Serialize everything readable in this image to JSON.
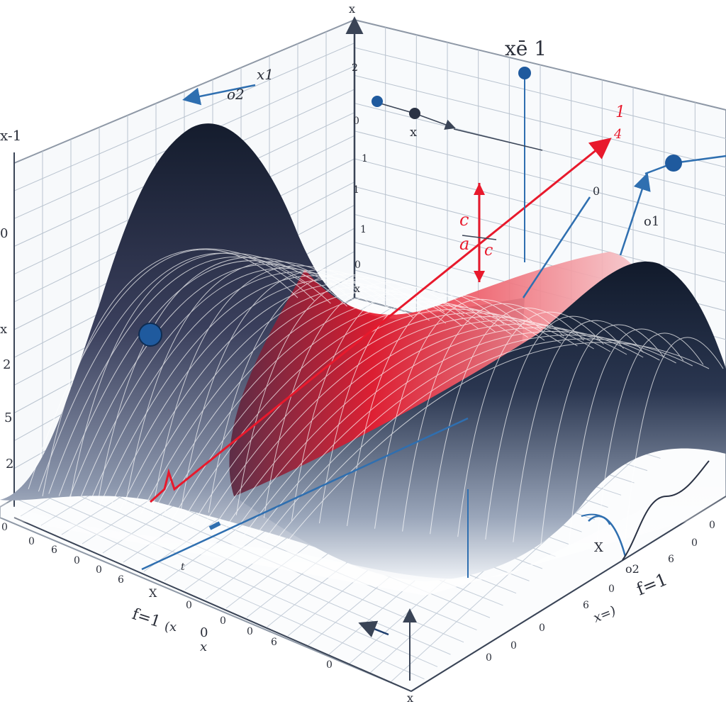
{
  "colors": {
    "background": "#ffffff",
    "grid": "#b9c3cf",
    "surface_dark": "#1c2536",
    "surface_light": "#eef2f7",
    "accent_red": "#e8192c",
    "accent_blue": "#2f6fb0",
    "point_blue": "#1f5a9e",
    "text": "#2b2f3a"
  },
  "labels": {
    "top_vertical_axis": "x",
    "top_formula": "xē 1",
    "top_arrow_label_1": "x1",
    "top_arrow_label_2": "o2",
    "top_point_label": "x",
    "left_formula": "x-1",
    "left_axis_top": "x",
    "right_arrow_numerator": "1",
    "right_arrow_denominator": "4",
    "red_marker_top": "c",
    "red_marker_left": "a",
    "red_marker_right": "c",
    "right_wall_label_1": "0",
    "right_wall_label_2": "o1",
    "wall_ticks": [
      "2",
      "0",
      "1",
      "1",
      "1",
      "0",
      "x"
    ],
    "left_ticks": [
      "0",
      "x",
      "2",
      "5",
      "2"
    ],
    "floor_left_label": "f=1",
    "floor_left_formula": "(x",
    "floor_left_sub": "0",
    "floor_left_sub2": "x",
    "floor_bottom_axis": "x",
    "floor_right_label": "f=1",
    "floor_right_formula": "x=)",
    "floor_right_label_2": "o2",
    "floor_right_x": "X",
    "floor_center_label": "t",
    "floor_center_x": "X",
    "floor_ticks_left": [
      "0",
      "0",
      "6",
      "0",
      "0",
      "6",
      "0",
      "0",
      "0",
      "6",
      "0"
    ],
    "floor_ticks_right": [
      "0",
      "0",
      "0",
      "6",
      "0",
      "6",
      "0",
      "0"
    ]
  }
}
